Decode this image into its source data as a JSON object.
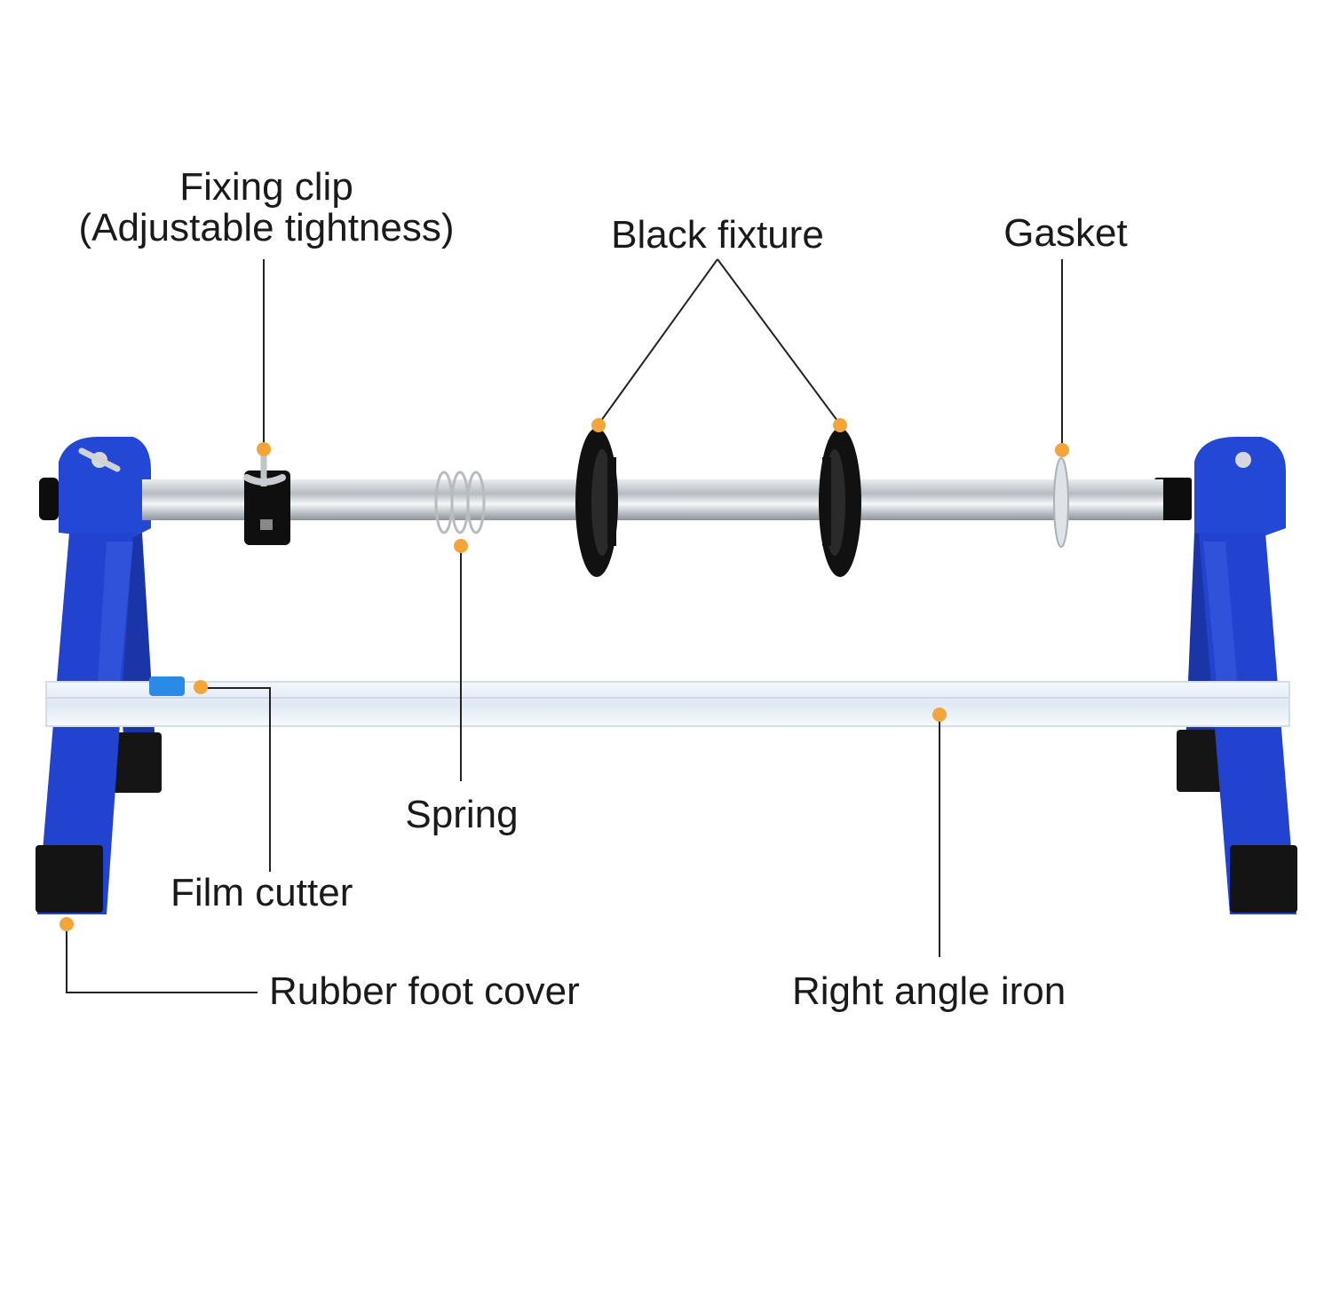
{
  "colors": {
    "frame_blue": "#1f3fc7",
    "rod_silver": "#b9bec4",
    "fixture_black": "#111111",
    "dot_orange": "#f3a53a",
    "leader_line": "#222222",
    "angle_iron": "#e6eef8"
  },
  "labels": {
    "fixing_clip_line1": "Fixing clip",
    "fixing_clip_line2": "(Adjustable tightness)",
    "black_fixture": "Black fixture",
    "gasket": "Gasket",
    "spring": "Spring",
    "film_cutter": "Film cutter",
    "rubber_foot_cover": "Rubber foot cover",
    "right_angle_iron": "Right angle iron"
  }
}
